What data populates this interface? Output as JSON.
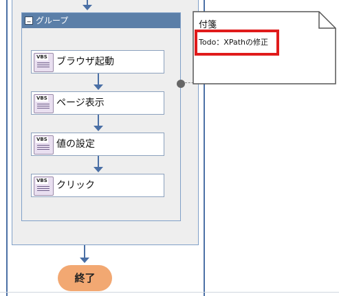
{
  "group": {
    "title": "グループ",
    "collapse_symbol": "_"
  },
  "nodes": [
    {
      "label": "ブラウザ起動",
      "icon": "vbs-icon",
      "icon_tag": "VBS"
    },
    {
      "label": "ページ表示",
      "icon": "vbs-icon",
      "icon_tag": "VBS"
    },
    {
      "label": "値の設定",
      "icon": "vbs-icon",
      "icon_tag": "VBS"
    },
    {
      "label": "クリック",
      "icon": "vbs-icon",
      "icon_tag": "VBS"
    }
  ],
  "end_node": {
    "label": "終了",
    "color": "#f2a872"
  },
  "sticky_note": {
    "title": "付箋",
    "body": "Todo：XPathの修正",
    "highlight_color": "#e01b1b"
  },
  "colors": {
    "lane": "#4a6fa5",
    "group_header": "#5b7fa8",
    "block_bg": "#eeeeee"
  }
}
